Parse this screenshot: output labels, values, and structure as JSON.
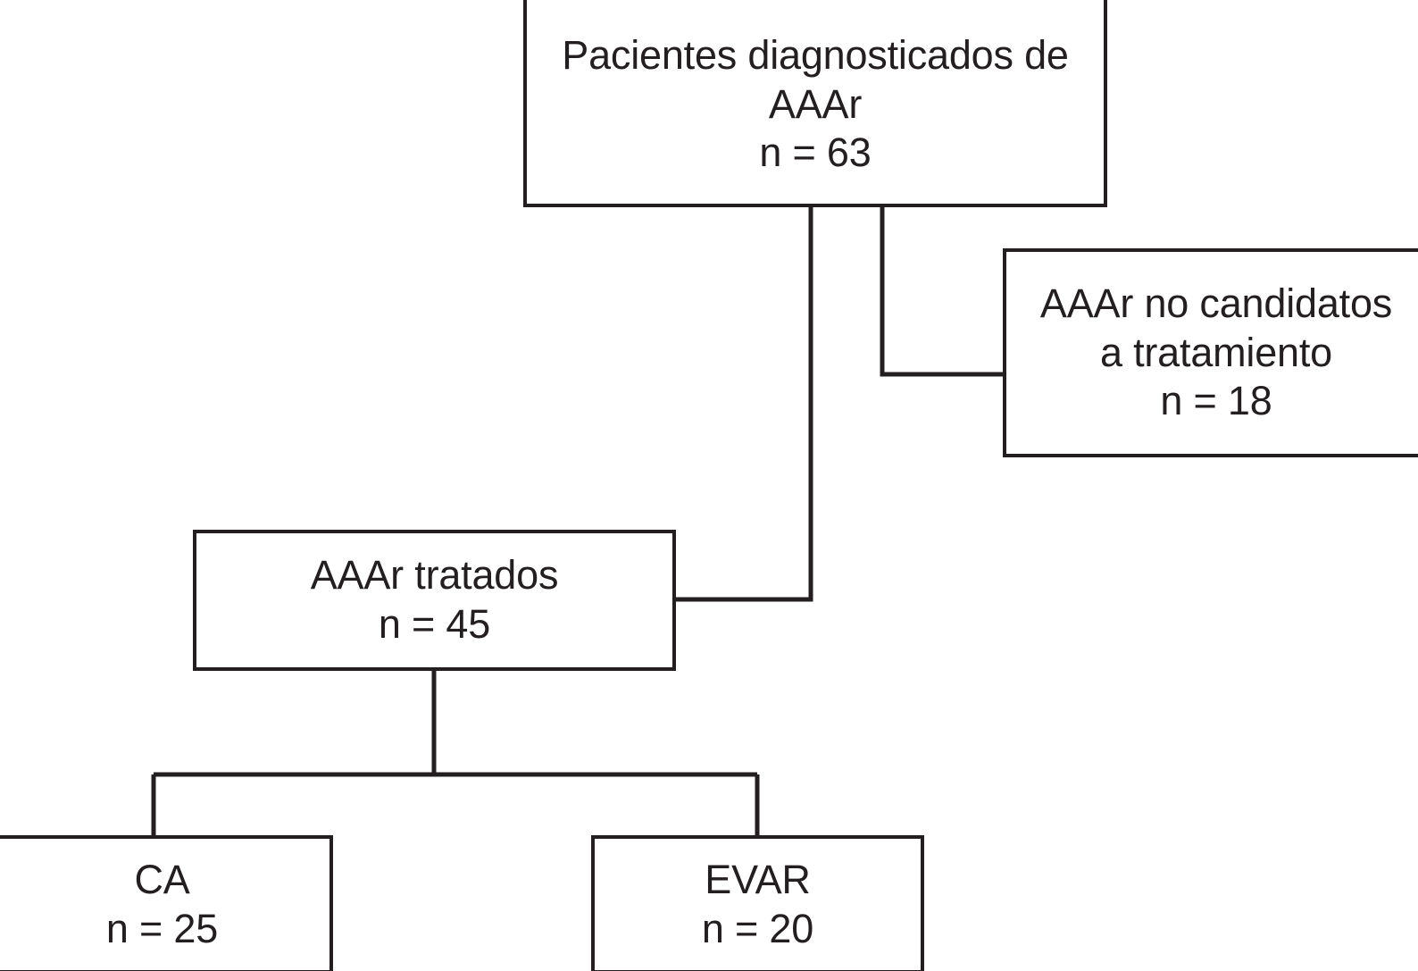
{
  "figure": {
    "kind": "patient-flow-diagram",
    "language": "es",
    "stroke_color": "#231f20",
    "background_color": "#ffffff"
  },
  "nodes": {
    "diagnosed": {
      "id": "diagnosed",
      "line1": "Pacientes diagnosticados de",
      "line2": "AAAr",
      "line3": "n = 63",
      "count": 63
    },
    "not_candidates": {
      "id": "not-candidates",
      "line1": "AAAr no candidatos",
      "line2": "a tratamiento",
      "line3": "n = 18",
      "count": 18
    },
    "treated": {
      "id": "treated",
      "line1": "AAAr tratados",
      "line2": "n = 45",
      "count": 45
    },
    "ca": {
      "id": "ca",
      "line1": "CA",
      "line2": "n = 25",
      "count": 25
    },
    "evar": {
      "id": "evar",
      "line1": "EVAR",
      "line2": "n = 20",
      "count": 20
    }
  },
  "edges": [
    {
      "from": "diagnosed",
      "to": "not_candidates",
      "style": "elbow-right"
    },
    {
      "from": "diagnosed",
      "to": "treated",
      "style": "elbow-left"
    },
    {
      "from": "treated",
      "to": "ca",
      "style": "fork-left"
    },
    {
      "from": "treated",
      "to": "evar",
      "style": "fork-right"
    }
  ]
}
